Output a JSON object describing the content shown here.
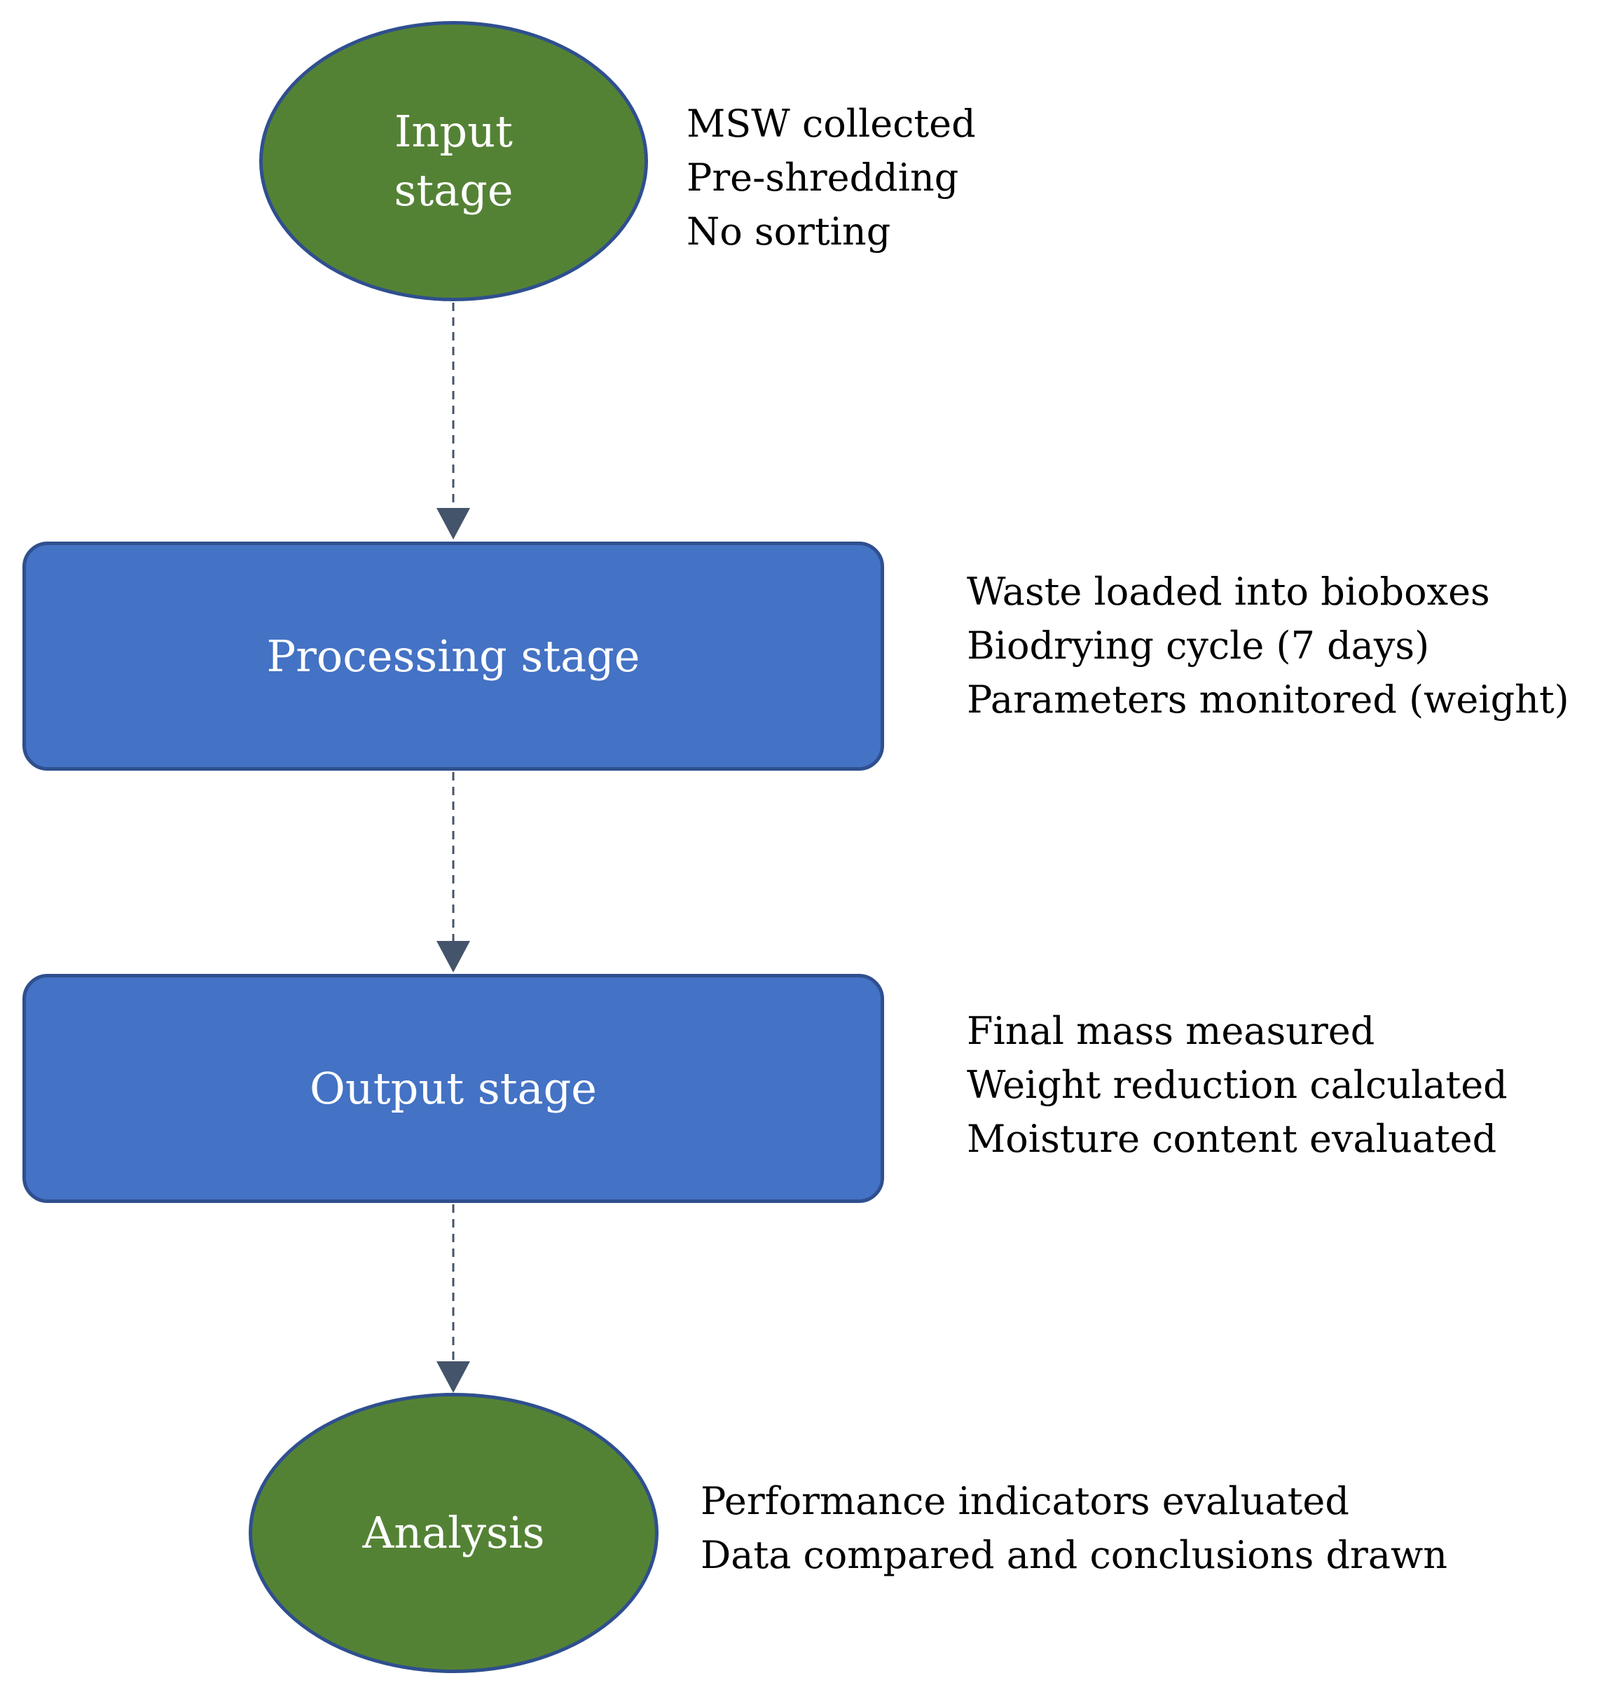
{
  "diagram": {
    "colors": {
      "ellipse_fill": "#548235",
      "rect_fill": "#4472c4",
      "shape_border": "#2f4f8f",
      "connector": "#44546a",
      "label_text": "#ffffff",
      "note_text": "#000000"
    },
    "nodes": {
      "input": {
        "shape": "ellipse",
        "label": "Input\nstage",
        "notes": [
          "MSW collected",
          "Pre-shredding",
          "No sorting"
        ]
      },
      "processing": {
        "shape": "rounded-rectangle",
        "label": "Processing stage",
        "notes": [
          "Waste loaded into bioboxes",
          "Biodrying cycle (7 days)",
          "Parameters monitored (weight)"
        ]
      },
      "output": {
        "shape": "rounded-rectangle",
        "label": "Output stage",
        "notes": [
          "Final mass measured",
          "Weight reduction calculated",
          "Moisture content evaluated"
        ]
      },
      "analysis": {
        "shape": "ellipse",
        "label": "Analysis",
        "notes": [
          "Performance indicators evaluated",
          "Data compared and conclusions drawn"
        ]
      }
    },
    "edges": [
      {
        "from": "input",
        "to": "processing",
        "style": "dashed-arrow"
      },
      {
        "from": "processing",
        "to": "output",
        "style": "dashed-arrow"
      },
      {
        "from": "output",
        "to": "analysis",
        "style": "dashed-arrow"
      }
    ]
  }
}
